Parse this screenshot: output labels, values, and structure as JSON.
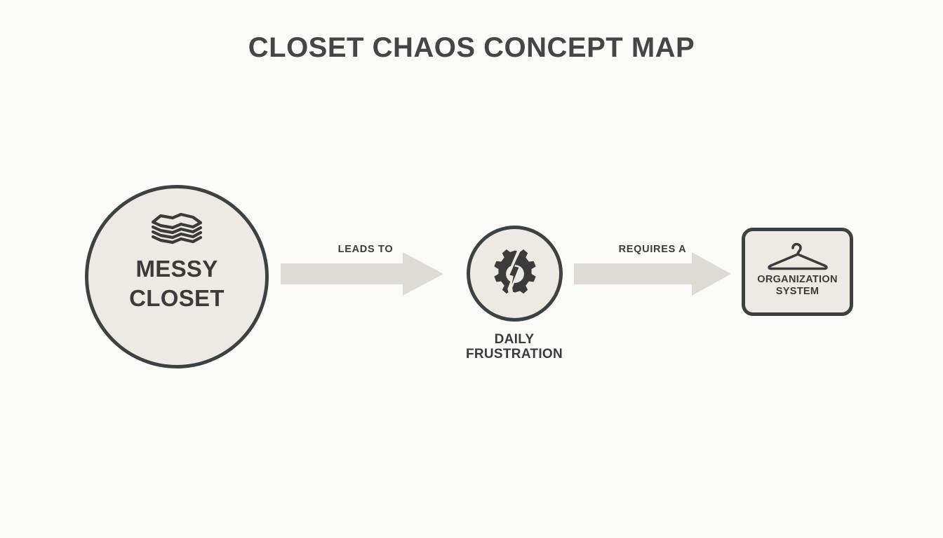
{
  "page": {
    "title": "CLOSET CHAOS CONCEPT MAP",
    "background_color": "#FAFAF9",
    "accent_dark": "#3E4142",
    "node_fill": "#EDEAE3",
    "arrow_fill": "#DEDBD4",
    "text_color": "#3B3B3B"
  },
  "diagram": {
    "type": "concept-map",
    "nodes": [
      {
        "id": "messy-closet",
        "label": "MESSY CLOSET",
        "label_lines": [
          "MESSY",
          "CLOSET"
        ],
        "shape": "circle",
        "icon": "folded-clothes-stack-icon"
      },
      {
        "id": "daily-frustration",
        "label": "DAILY FRUSTRATION",
        "label_lines": [
          "DAILY",
          "FRUSTRATION"
        ],
        "shape": "circle",
        "icon": "broken-gear-icon"
      },
      {
        "id": "organization-system",
        "label": "ORGANIZATION SYSTEM",
        "label_lines": [
          "ORGANIZATION",
          "SYSTEM"
        ],
        "shape": "rounded-rectangle",
        "icon": "clothes-hanger-icon"
      }
    ],
    "connectors": [
      {
        "id": "arrow-1",
        "label": "LEADS TO",
        "from": "messy-closet",
        "to": "daily-frustration",
        "style": "block-arrow-right"
      },
      {
        "id": "arrow-2",
        "label": "REQUIRES A",
        "from": "daily-frustration",
        "to": "organization-system",
        "style": "block-arrow-right"
      }
    ]
  }
}
